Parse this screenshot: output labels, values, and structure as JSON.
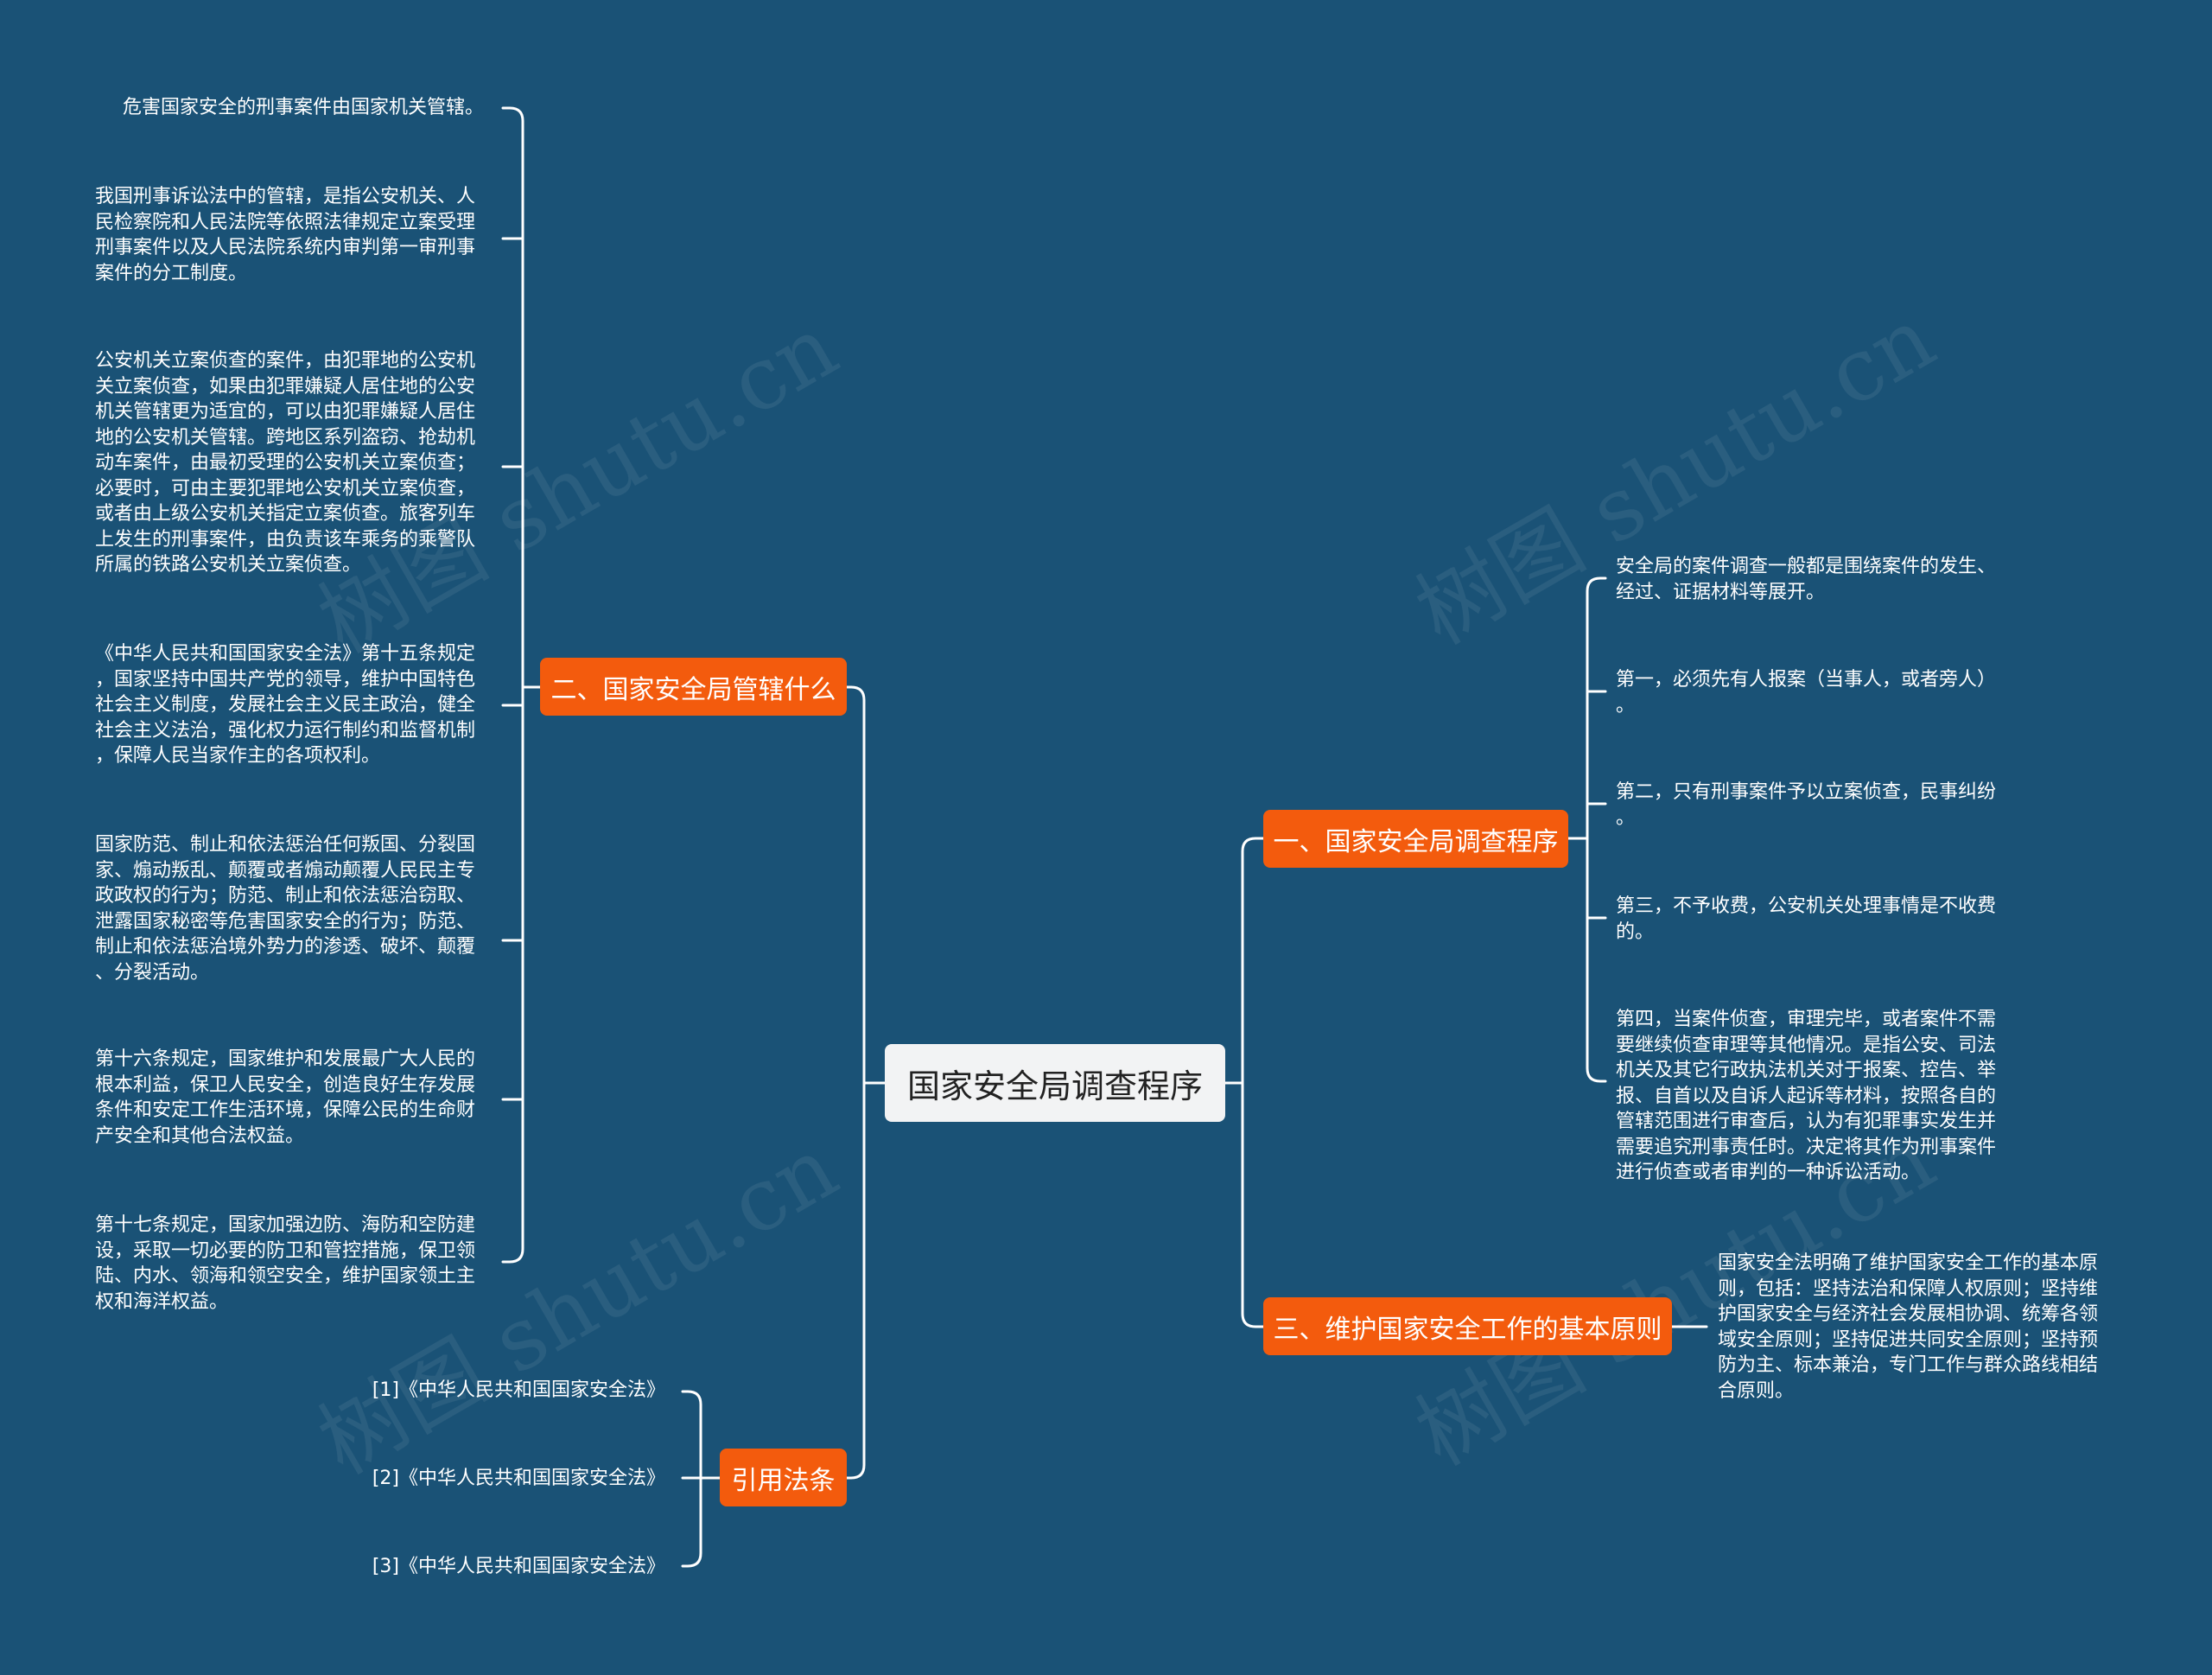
{
  "watermark": "树图 shutu.cn",
  "root": {
    "label": "国家安全局调查程序"
  },
  "branches": {
    "b1": {
      "label": "一、国家安全局调查程序",
      "items": [
        "安全局的案件调查一般都是围绕案件的发生、\n经过、证据材料等展开。",
        "第一，必须先有人报案（当事人，或者旁人）\n。",
        "第二，只有刑事案件予以立案侦查，民事纠纷\n。",
        "第三，不予收费，公安机关处理事情是不收费\n的。",
        "第四，当案件侦查，审理完毕，或者案件不需\n要继续侦查审理等其他情况。是指公安、司法\n机关及其它行政执法机关对于报案、控告、举\n报、自首以及自诉人起诉等材料，按照各自的\n管辖范围进行审查后，认为有犯罪事实发生并\n需要追究刑事责任时。决定将其作为刑事案件\n进行侦查或者审判的一种诉讼活动。"
      ]
    },
    "b2": {
      "label": "二、国家安全局管辖什么",
      "items": [
        "危害国家安全的刑事案件由国家机关管辖。",
        "我国刑事诉讼法中的管辖，是指公安机关、人\n民检察院和人民法院等依照法律规定立案受理\n刑事案件以及人民法院系统内审判第一审刑事\n案件的分工制度。",
        "公安机关立案侦查的案件，由犯罪地的公安机\n关立案侦查，如果由犯罪嫌疑人居住地的公安\n机关管辖更为适宜的，可以由犯罪嫌疑人居住\n地的公安机关管辖。跨地区系列盗窃、抢劫机\n动车案件，由最初受理的公安机关立案侦查；\n必要时，可由主要犯罪地公安机关立案侦查，\n或者由上级公安机关指定立案侦查。旅客列车\n上发生的刑事案件，由负责该车乘务的乘警队\n所属的铁路公安机关立案侦查。",
        "《中华人民共和国国家安全法》第十五条规定\n，国家坚持中国共产党的领导，维护中国特色\n社会主义制度，发展社会主义民主政治，健全\n社会主义法治，强化权力运行制约和监督机制\n，保障人民当家作主的各项权利。",
        "国家防范、制止和依法惩治任何叛国、分裂国\n家、煽动叛乱、颠覆或者煽动颠覆人民民主专\n政政权的行为；防范、制止和依法惩治窃取、\n泄露国家秘密等危害国家安全的行为；防范、\n制止和依法惩治境外势力的渗透、破坏、颠覆\n、分裂活动。",
        "第十六条规定，国家维护和发展最广大人民的\n根本利益，保卫人民安全，创造良好生存发展\n条件和安定工作生活环境，保障公民的生命财\n产安全和其他合法权益。",
        "第十七条规定，国家加强边防、海防和空防建\n设，采取一切必要的防卫和管控措施，保卫领\n陆、内水、领海和领空安全，维护国家领土主\n权和海洋权益。"
      ]
    },
    "b3": {
      "label": "三、维护国家安全工作的基本原则",
      "items": [
        "国家安全法明确了维护国家安全工作的基本原\n则，包括：坚持法治和保障人权原则；坚持维\n护国家安全与经济社会发展相协调、统筹各领\n域安全原则；坚持促进共同安全原则；坚持预\n防为主、标本兼治，专门工作与群众路线相结\n合原则。"
      ]
    },
    "b4": {
      "label": "引用法条",
      "items": [
        "[1]《中华人民共和国国家安全法》",
        "[2]《中华人民共和国国家安全法》",
        "[3]《中华人民共和国国家安全法》"
      ]
    }
  }
}
